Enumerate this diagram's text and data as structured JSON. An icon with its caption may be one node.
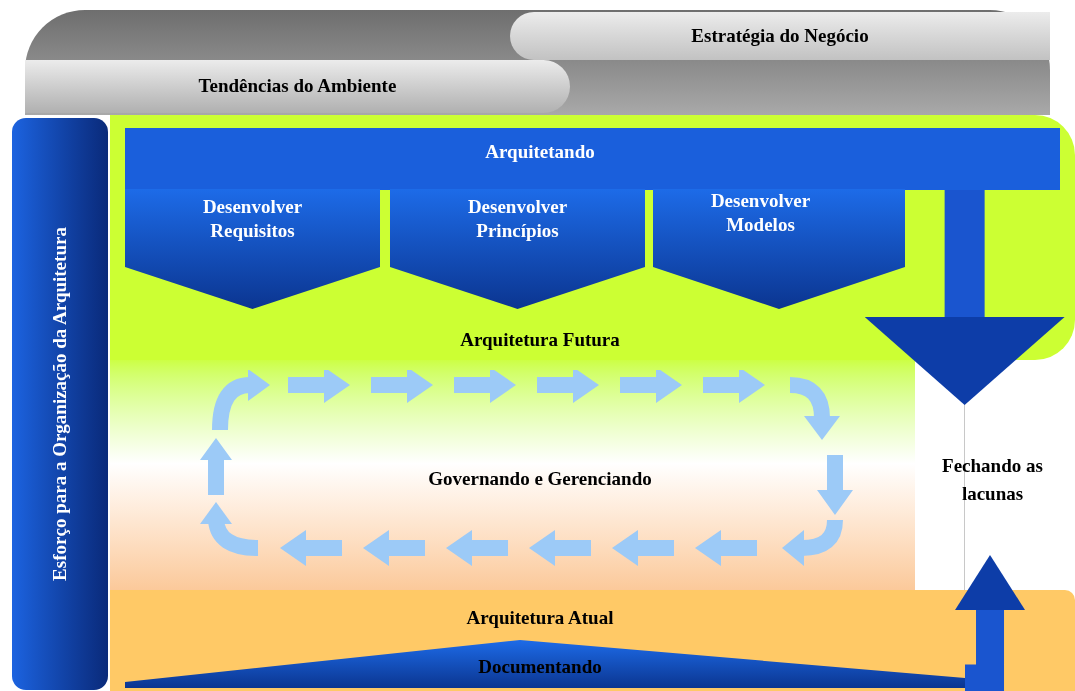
{
  "diagram": {
    "nodes": [
      {
        "text": [
          "Tendências do Ambiente"
        ]
      },
      {
        "text": [
          "Estratégia do Negócio"
        ]
      },
      {
        "text": [
          "Esforço para a Organização da Arquitetura"
        ]
      },
      {
        "text": [
          "Arquitetura Futura"
        ]
      },
      {
        "text": [
          "Arquitetando"
        ],
        "in": 3
      },
      {
        "text": [
          "Desenvolver Requisitos"
        ],
        "in": 3
      },
      {
        "text": [
          "Desenvolver Princípios"
        ],
        "in": 3
      },
      {
        "text": [
          "Desenvolver Modelos"
        ],
        "in": 3
      },
      {
        "text": [
          "Governando e Gerenciando"
        ]
      },
      {
        "text": [
          "Fechando as lacunas"
        ]
      },
      {
        "text": [
          "Arquitetura Atual"
        ]
      },
      {
        "text": [
          "Documentando"
        ],
        "in": 10
      }
    ],
    "edges": [
      {
        "from": 4,
        "to": 9,
        "arrow": "to"
      },
      {
        "from": 11,
        "to": 9,
        "arrow": "to"
      }
    ]
  }
}
